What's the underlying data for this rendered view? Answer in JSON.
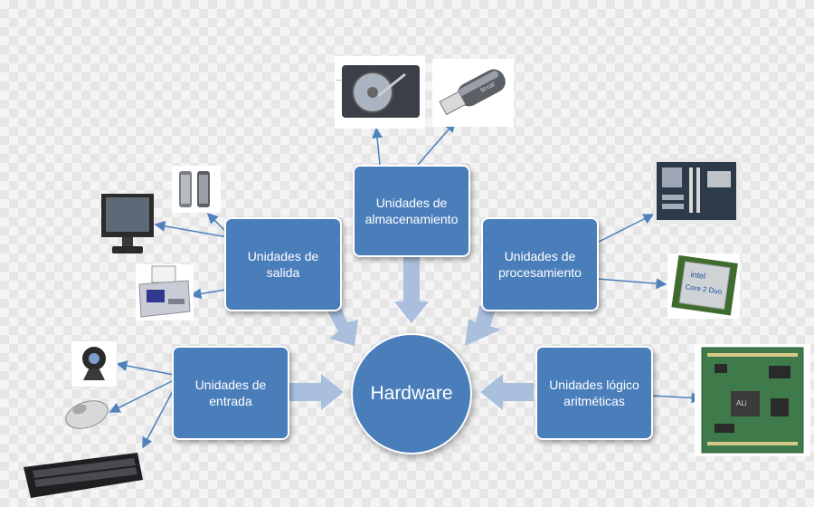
{
  "hub": {
    "label": "Hardware"
  },
  "nodes": {
    "almacenamiento": "Unidades de almacenamiento",
    "salida": "Unidades de salida",
    "procesamiento": "Unidades de procesamiento",
    "entrada": "Unidades de entrada",
    "logico": "Unidades lógico aritméticas"
  },
  "devices": {
    "hard_drive": "hard-drive",
    "usb_drive": "usb-flash-drive",
    "monitor": "monitor",
    "speakers": "speakers",
    "printer": "printer",
    "motherboard": "motherboard",
    "cpu": "cpu-chip",
    "circuit_board": "circuit-board",
    "webcam": "webcam",
    "mouse": "mouse",
    "keyboard": "keyboard"
  },
  "cpu_chip": {
    "brand": "intel",
    "model": "Core 2 Duo"
  },
  "usb_brand": "lexar",
  "board_brand": "ALi",
  "colors": {
    "node": "#4a7ebb",
    "arrow_big": "#a9bfdd",
    "arrow_line": "#4f81bd"
  }
}
